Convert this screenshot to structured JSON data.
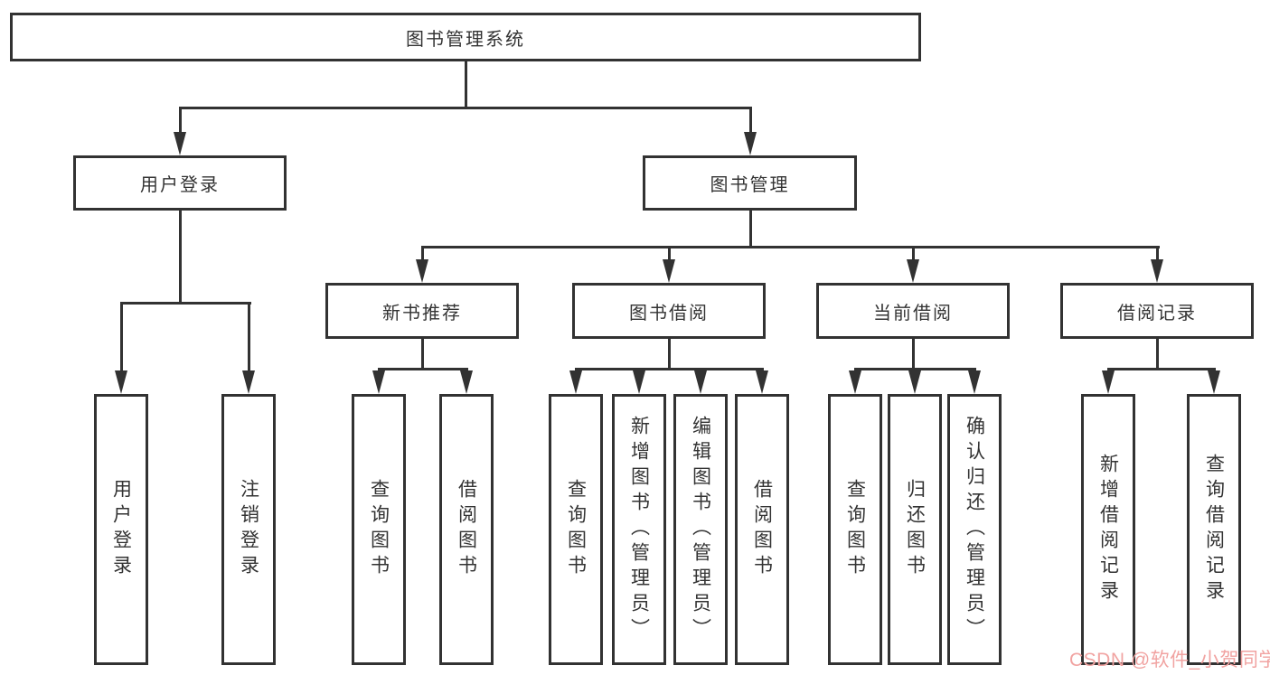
{
  "diagram": {
    "root": "图书管理系统",
    "branches": [
      {
        "label": "用户登录",
        "children": [
          "用户登录",
          "注销登录"
        ]
      },
      {
        "label": "图书管理",
        "groups": [
          {
            "label": "新书推荐",
            "children": [
              "查询图书",
              "借阅图书"
            ]
          },
          {
            "label": "图书借阅",
            "children": [
              "查询图书",
              "新增图书（管理员）",
              "编辑图书（管理员）",
              "借阅图书"
            ]
          },
          {
            "label": "当前借阅",
            "children": [
              "查询图书",
              "归还图书",
              "确认归还（管理员）"
            ]
          },
          {
            "label": "借阅记录",
            "children": [
              "新增借阅记录",
              "查询借阅记录"
            ]
          }
        ]
      }
    ]
  },
  "watermark": {
    "text": "CSDN @软件_小贺同学"
  },
  "colors": {
    "line": "#323232",
    "text": "#333333",
    "watermark": "#f1a3a1",
    "background": "#ffffff"
  }
}
